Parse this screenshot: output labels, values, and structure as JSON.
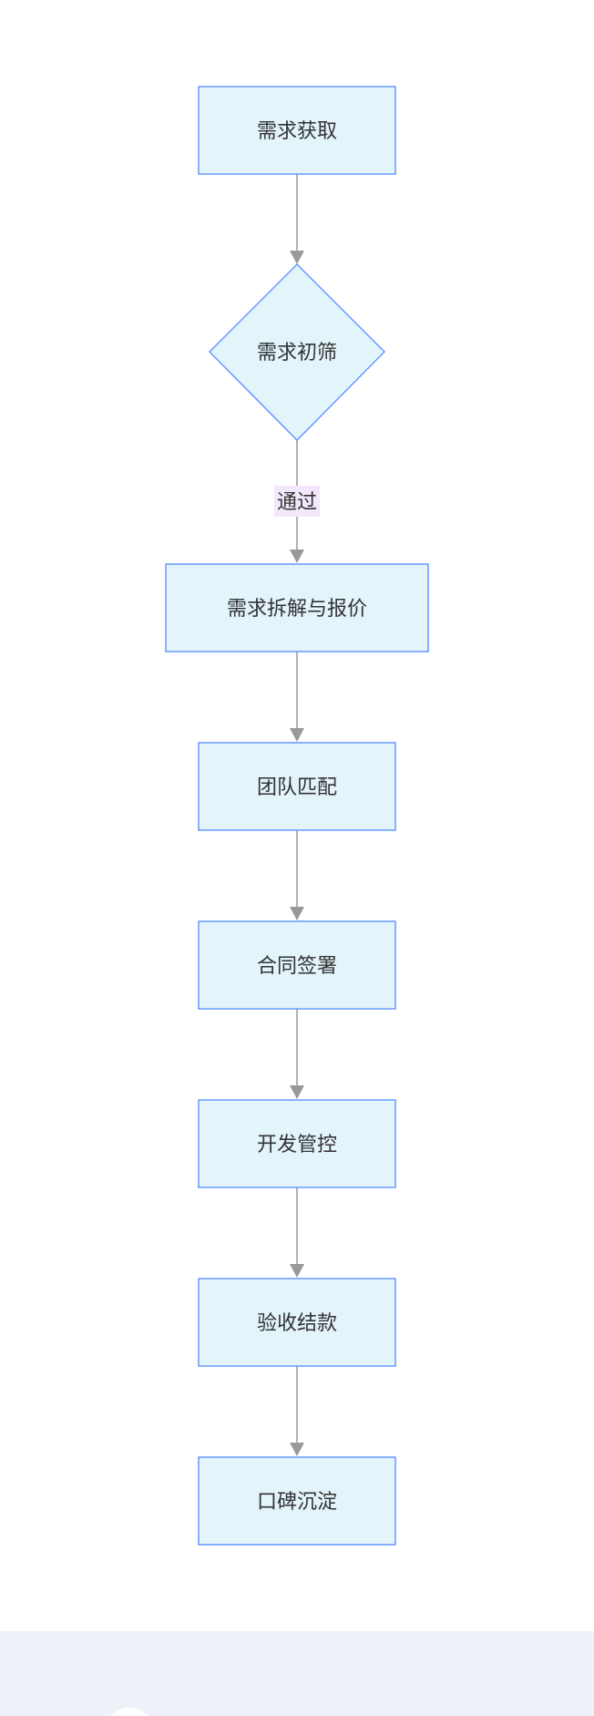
{
  "diagram": {
    "type": "flowchart",
    "nodes": [
      {
        "id": "n1",
        "label": "需求获取",
        "shape": "rect"
      },
      {
        "id": "n2",
        "label": "需求初筛",
        "shape": "diamond"
      },
      {
        "id": "n3",
        "label": "需求拆解与报价",
        "shape": "rect"
      },
      {
        "id": "n4",
        "label": "团队匹配",
        "shape": "rect"
      },
      {
        "id": "n5",
        "label": "合同签署",
        "shape": "rect"
      },
      {
        "id": "n6",
        "label": "开发管控",
        "shape": "rect"
      },
      {
        "id": "n7",
        "label": "验收结款",
        "shape": "rect"
      },
      {
        "id": "n8",
        "label": "口碑沉淀",
        "shape": "rect"
      }
    ],
    "edges": [
      {
        "from": "n1",
        "to": "n2",
        "label": ""
      },
      {
        "from": "n2",
        "to": "n3",
        "label": "通过"
      },
      {
        "from": "n3",
        "to": "n4",
        "label": ""
      },
      {
        "from": "n4",
        "to": "n5",
        "label": ""
      },
      {
        "from": "n5",
        "to": "n6",
        "label": ""
      },
      {
        "from": "n6",
        "to": "n7",
        "label": ""
      },
      {
        "from": "n7",
        "to": "n8",
        "label": ""
      }
    ]
  },
  "colors": {
    "node_fill": "#e3f4fb",
    "node_stroke": "#6699ff",
    "edge": "#999999",
    "edge_label_bg": "#f3e8fb",
    "footer_bg": "#eef2f8"
  }
}
